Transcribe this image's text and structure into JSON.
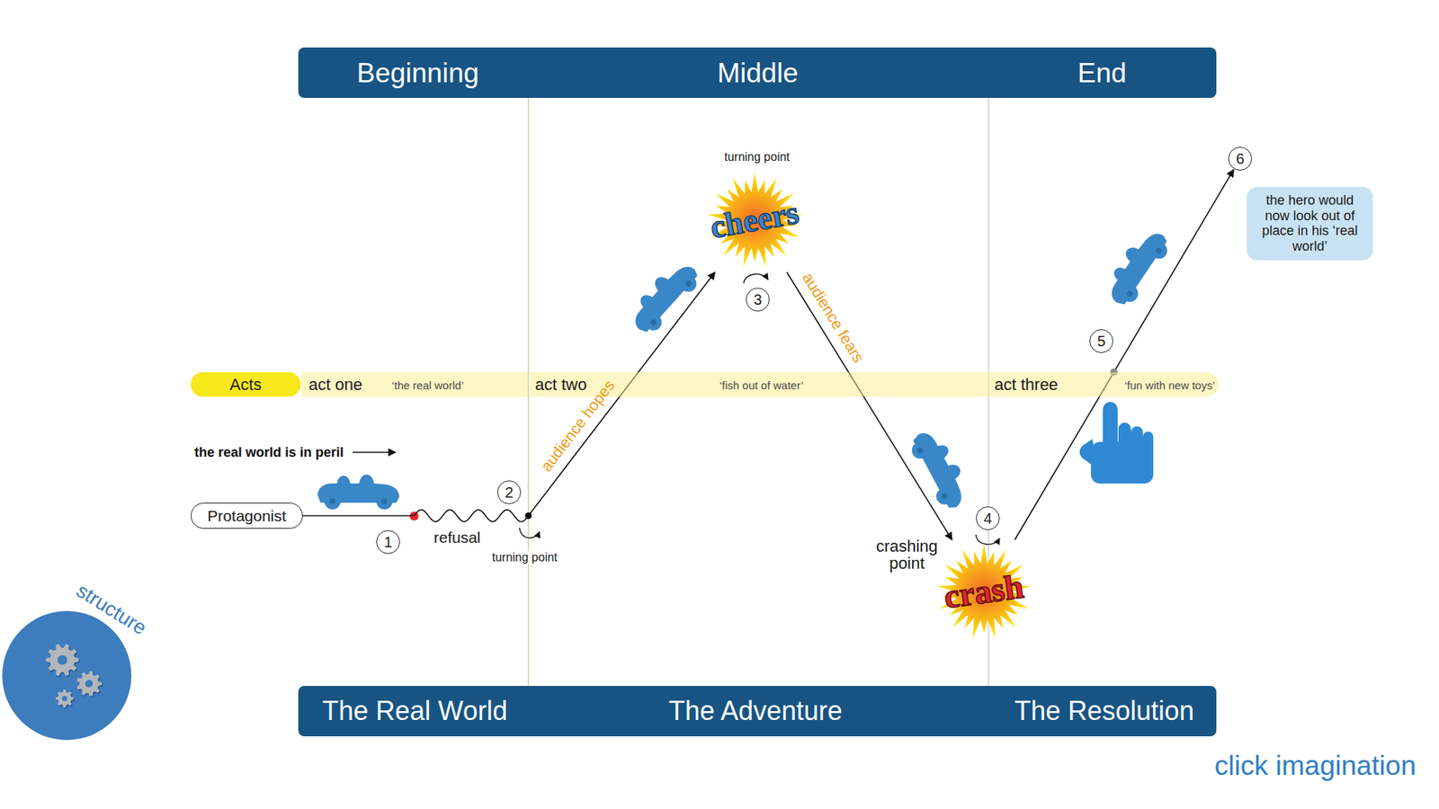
{
  "diagram": {
    "nodes": [
      {
        "text": [
          "Beginning",
          "Middle",
          "End"
        ]
      },
      {
        "text": [
          "cheers"
        ]
      },
      {
        "text": [
          "6"
        ]
      },
      {
        "text": [
          "the hero would now look out of place in his ‘real world’"
        ]
      },
      {
        "text": [
          "3"
        ]
      },
      {
        "text": [
          "5"
        ]
      },
      {
        "text": [
          "Acts"
        ]
      },
      {
        "text": [
          "act one",
          "‘the real world’"
        ]
      },
      {
        "text": [
          "act two",
          "‘fish out of water’"
        ]
      },
      {
        "text": [
          "act three",
          "‘fun with new toys’"
        ]
      },
      {
        "text": [
          "2"
        ]
      },
      {
        "text": [
          "Protagonist"
        ]
      },
      {
        "text": [
          "4"
        ]
      },
      {
        "text": [
          "1"
        ]
      },
      {
        "text": [
          "crash"
        ]
      },
      {
        "text": [
          "structure"
        ]
      },
      {
        "text": [
          "The Real World",
          "The Adventure",
          "The Resolution"
        ]
      }
    ],
    "edges": [
      {
        "from": 11,
        "to": 1,
        "arrow": "to",
        "label": "audience hopes"
      },
      {
        "from": 1,
        "to": 14,
        "arrow": "to",
        "label": "audience fears"
      },
      {
        "from": 14,
        "to": 2,
        "arrow": "to"
      }
    ],
    "labels": [
      "turning point",
      "the real world is in peril",
      "refusal",
      "turning point",
      "crashing point",
      "click imagination"
    ]
  }
}
